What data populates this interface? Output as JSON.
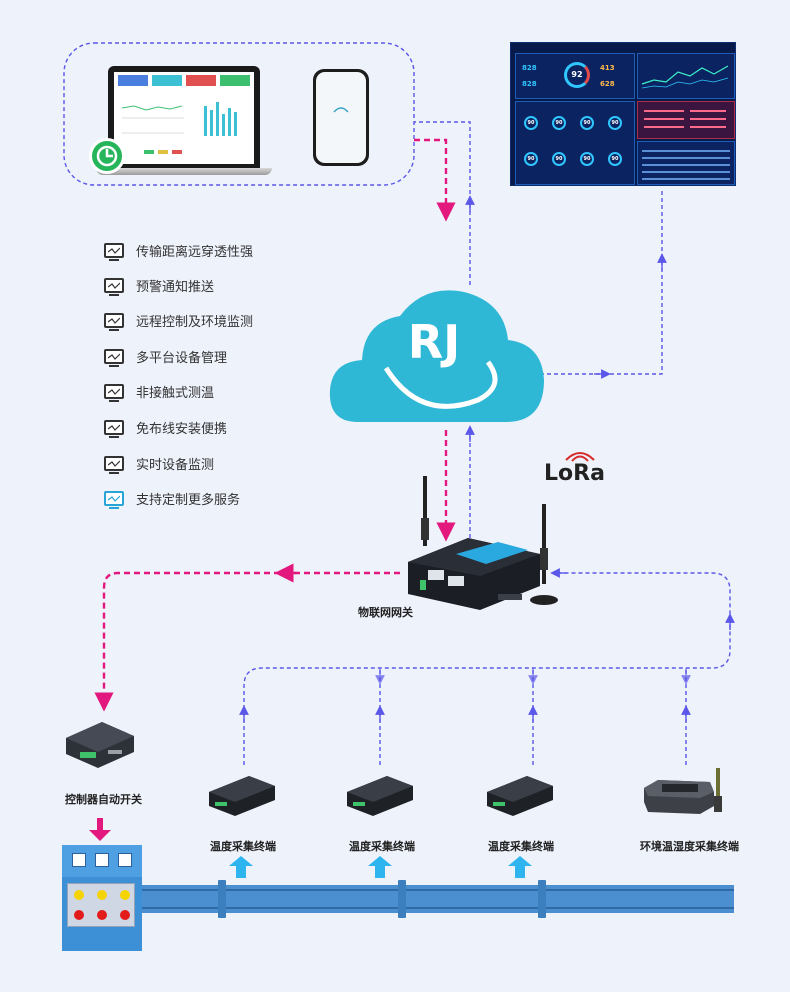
{
  "features": [
    "传输距离远穿透性强",
    "预警通知推送",
    "远程控制及环境监测",
    "多平台设备管理",
    "非接触式测温",
    "免布线安装便携",
    "实时设备监测",
    "支持定制更多服务"
  ],
  "labels": {
    "gateway": "物联网网关",
    "controller": "控制器自动开关",
    "temp_terminal": "温度采集终端",
    "env_terminal": "环境温湿度采集终端",
    "lora": "LoRa",
    "cloud_logo": "RJ"
  },
  "dashboard": {
    "gauge_value": "92",
    "values": [
      "828",
      "413",
      "828",
      "628"
    ],
    "small_gauges": [
      "90",
      "90",
      "90",
      "90",
      "90",
      "90",
      "90",
      "90"
    ]
  },
  "colors": {
    "control_path": "#e3187e",
    "data_path": "#5b57e8",
    "cloud": "#2fb8d6",
    "dashboard_bg": "#081a4a",
    "building": "#3d8fd6",
    "pipe": "#4b8fd0"
  }
}
